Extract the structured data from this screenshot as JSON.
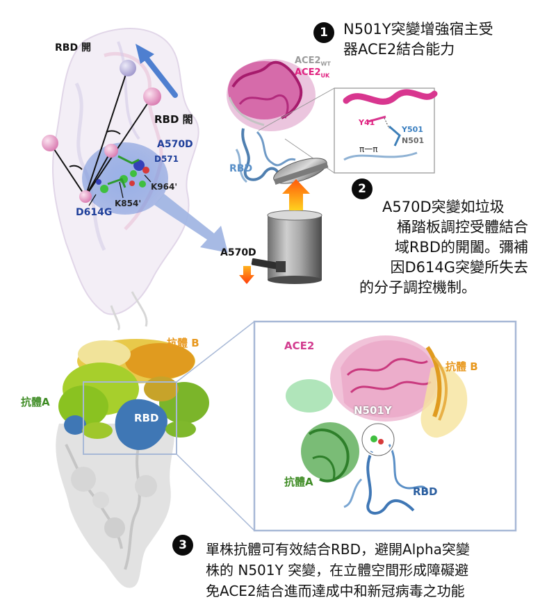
{
  "colors": {
    "ace2_pink": "#d23c8f",
    "rbd_blue": "#3d6ea6",
    "antibody_b_orange": "#e8981e",
    "antibody_a_green": "#4d9a2a",
    "zoom_box_border": "#a7b8d6",
    "arrow_blue": "#4e7fd0",
    "arrow_orange": "#ff7a12"
  },
  "panel1": {
    "badge": "1",
    "caption_line1": "N501Y突變增強宿主受",
    "caption_line2": "器ACE2結合能力",
    "ace2_wt": "ACE2",
    "ace2_wt_sub": "WT",
    "ace2_uk": "ACE2",
    "ace2_uk_sub": "UK",
    "rbd": "RBD",
    "y41": "Y41",
    "y501": "Y501",
    "n501": "N501",
    "pi_pi": "π一π"
  },
  "spike": {
    "rbd_open": "RBD 開",
    "rbd_closed": "RBD 閤",
    "a570d": "A570D",
    "d571": "D571",
    "k964": "K964'",
    "k854": "K854'",
    "d614g": "D614G"
  },
  "panel2": {
    "badge": "2",
    "caption_line1": "A570D突變如垃圾",
    "caption_line2": "桶踏板調控受體結合",
    "caption_line3": "域RBD的開闔。彌補",
    "caption_line4": "因D614G突變所失去",
    "caption_line5": "的分子調控機制。",
    "pedal_label": "A570D"
  },
  "panel3": {
    "badge": "3",
    "antibody_b": "抗體 B",
    "antibody_a": "抗體A",
    "rbd": "RBD",
    "zoom_ace2": "ACE2",
    "zoom_antibody_b": "抗體 B",
    "zoom_n501y": "N501Y",
    "zoom_antibody_a": "抗體A",
    "zoom_rbd": "RBD",
    "caption_line1": "單株抗體可有效結合RBD，避開Alpha突變",
    "caption_line2": "株的 N501Y 突變，在立體空間形成障礙避",
    "caption_line3": "免ACE2結合進而達成中和新冠病毒之功能"
  }
}
